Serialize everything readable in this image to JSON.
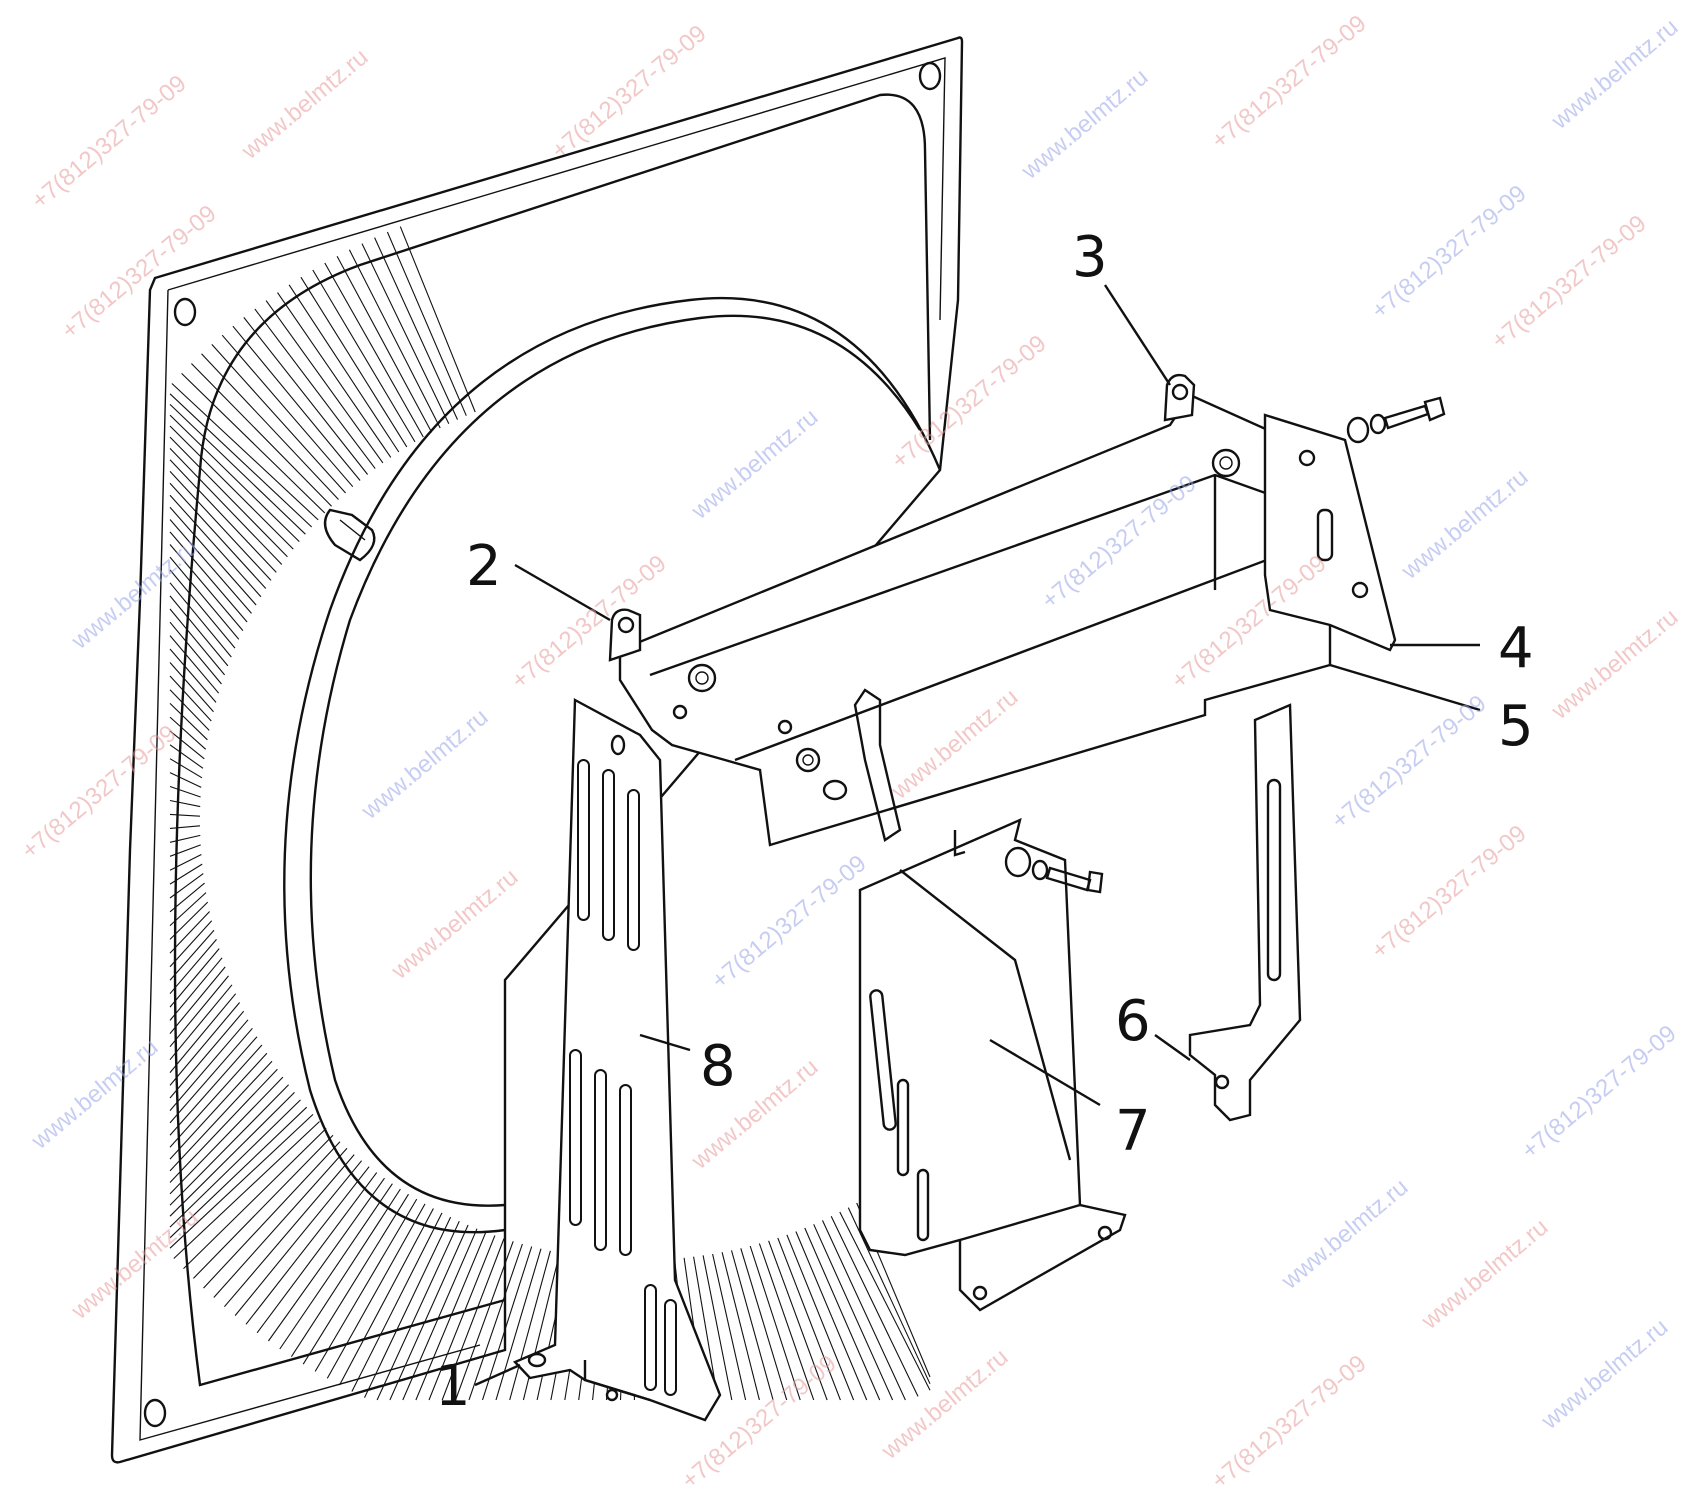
{
  "diagram": {
    "callouts": [
      {
        "id": "1",
        "label": "1"
      },
      {
        "id": "2",
        "label": "2"
      },
      {
        "id": "3",
        "label": "3"
      },
      {
        "id": "4",
        "label": "4"
      },
      {
        "id": "5",
        "label": "5"
      },
      {
        "id": "6",
        "label": "6"
      },
      {
        "id": "7",
        "label": "7"
      },
      {
        "id": "8",
        "label": "8"
      }
    ]
  },
  "watermarks": {
    "phone": "+7(812)327-79-09",
    "site": "www.belmtz.ru"
  },
  "colors": {
    "line": "#111111",
    "watermark_red": "#e89a9a",
    "watermark_blue": "#9aa6e8"
  }
}
